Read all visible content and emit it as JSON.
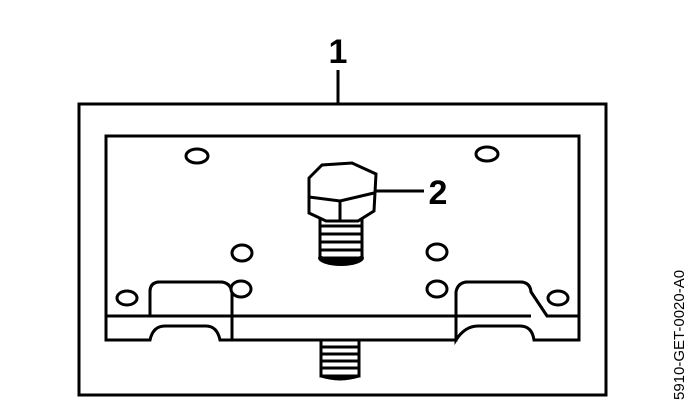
{
  "diagram": {
    "callouts": [
      {
        "label": "1",
        "target": "mounting-frame"
      },
      {
        "label": "2",
        "target": "hex-bolt"
      }
    ],
    "reference_code": "5910-GET-0020-A0",
    "colors": {
      "line": "#000000",
      "background": "#ffffff",
      "part_fill": "#ffffff"
    }
  }
}
